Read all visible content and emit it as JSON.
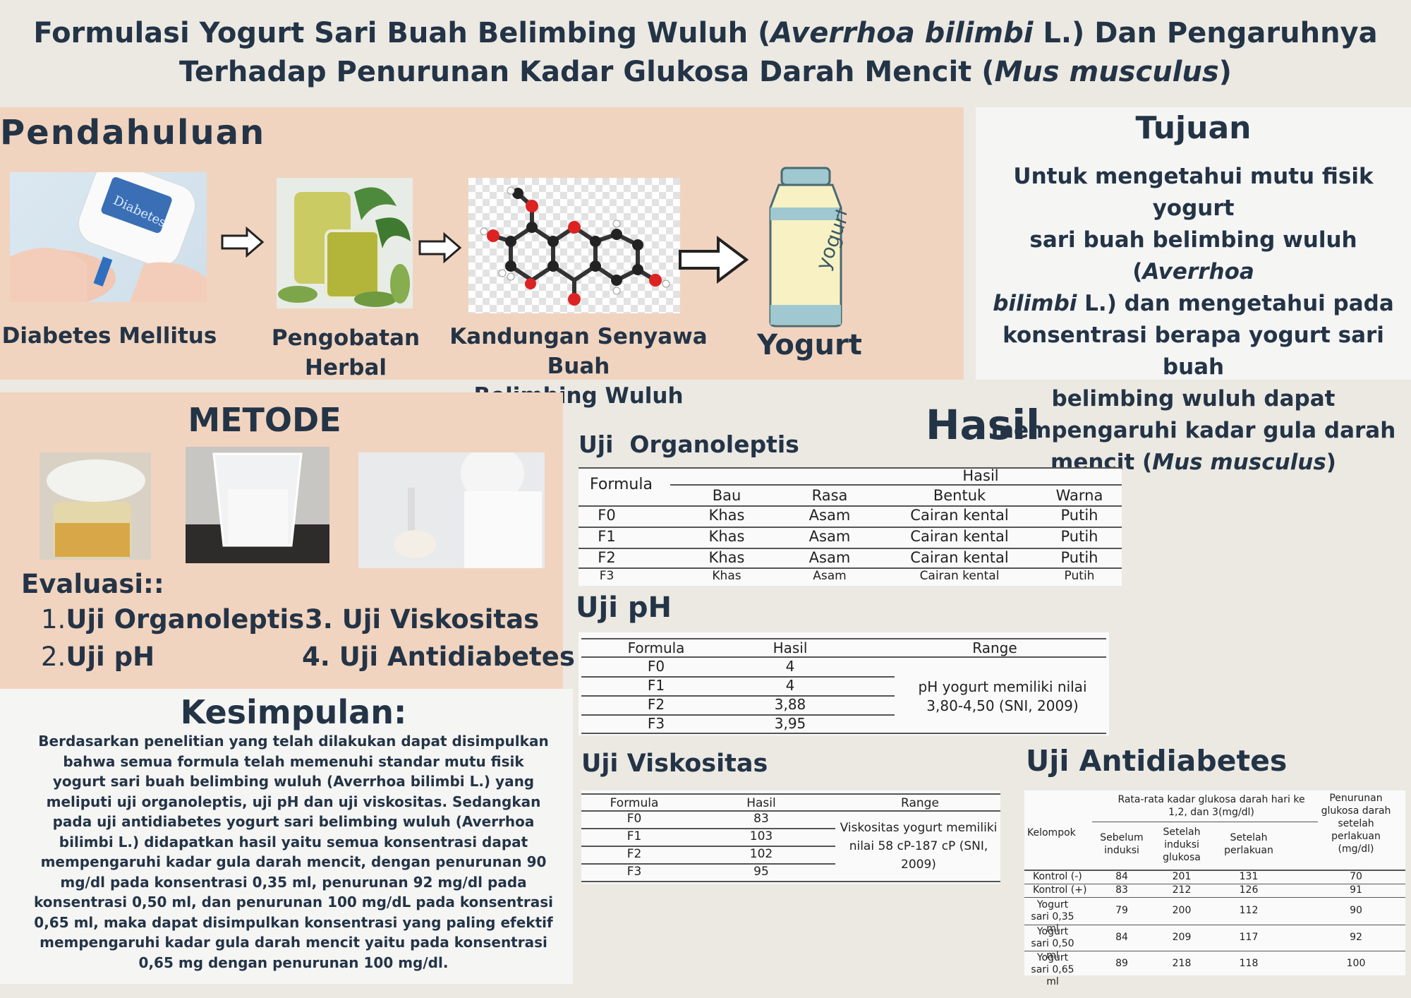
{
  "title": {
    "line1_a": "Formulasi Yogurt Sari Buah Belimbing Wuluh (",
    "line1_i": "Averrhoa bilimbi",
    "line1_b": " L.) Dan Pengaruhnya",
    "line2_a": "Terhadap Penurunan Kadar Glukosa Darah Mencit (",
    "line2_i": "Mus musculus",
    "line2_b": ")"
  },
  "pendahuluan": {
    "heading": "Pendahuluan",
    "cap1": "Diabetes Mellitus",
    "cap2_l1": "Pengobatan",
    "cap2_l2": "Herbal",
    "cap3_l1": "Kandungan Senyawa Buah",
    "cap3_l2": "Belimbing Wuluh",
    "cap4": "Yogurt",
    "meter_label": "Diabetes",
    "bottle_label": "yogurt"
  },
  "tujuan": {
    "heading": "Tujuan",
    "t1": "Untuk mengetahui mutu fisik yogurt",
    "t2a": "sari buah belimbing wuluh (",
    "t2i": "Averrhoa",
    "t3i": "bilimbi",
    "t3b": " L.) dan mengetahui pada",
    "t4": "konsentrasi berapa yogurt sari buah",
    "t5": "belimbing wuluh dapat",
    "t6": "mempengaruhi kadar gula darah",
    "t7a": "mencit (",
    "t7i": "Mus musculus",
    "t7b": ")"
  },
  "metode": {
    "heading": "METODE",
    "evaluasi": "Evaluasi::",
    "items": [
      "Uji Organoleptis",
      "Uji pH",
      "Uji Viskositas",
      "Uji Antidiabetes"
    ],
    "n1": "1.",
    "n2": "2.",
    "n3": "3.",
    "n4": "4."
  },
  "kesimpulan": {
    "heading": "Kesimpulan:",
    "lines": [
      "Berdasarkan penelitian yang telah dilakukan dapat disimpulkan",
      "bahwa semua formula telah memenuhi standar mutu fisik",
      "yogurt sari buah belimbing wuluh (Averrhoa bilimbi L.) yang",
      "meliputi uji organoleptis, uji pH dan uji viskositas. Sedangkan",
      "pada uji antidiabetes yogurt sari belimbing wuluh (Averrhoa",
      "bilimbi L.) didapatkan hasil yaitu semua konsentrasi dapat",
      "mempengaruhi kadar gula darah mencit, dengan penurunan 90",
      "mg/dl pada konsentrasi 0,35 ml, penurunan 92 mg/dl pada",
      "konsentrasi 0,50 ml, dan penurunan 100 mg/dL pada konsentrasi",
      "0,65 ml, maka dapat disimpulkan konsentrasi yang paling efektif",
      "mempengaruhi kadar gula darah mencit yaitu pada konsentrasi",
      "0,65 mg dengan penurunan 100 mg/dl."
    ]
  },
  "hasil": {
    "heading": "Hasil",
    "organo": {
      "heading": "Uji  Organoleptis",
      "h_formula": "Formula",
      "h_hasil": "Hasil",
      "cols": [
        "Bau",
        "Rasa",
        "Bentuk",
        "Warna"
      ],
      "rows": [
        [
          "F0",
          "Khas",
          "Asam",
          "Cairan kental",
          "Putih"
        ],
        [
          "F1",
          "Khas",
          "Asam",
          "Cairan kental",
          "Putih"
        ],
        [
          "F2",
          "Khas",
          "Asam",
          "Cairan kental",
          "Putih"
        ],
        [
          "F3",
          "Khas",
          "Asam",
          "Cairan kental",
          "Putih"
        ]
      ]
    },
    "ph": {
      "heading": "Uji pH",
      "h": [
        "Formula",
        "Hasil",
        "Range"
      ],
      "rows": [
        [
          "F0",
          "4"
        ],
        [
          "F1",
          "4"
        ],
        [
          "F2",
          "3,88"
        ],
        [
          "F3",
          "3,95"
        ]
      ],
      "range": "pH yogurt memiliki nilai 3,80-4,50 (SNI, 2009)"
    },
    "visko": {
      "heading": "Uji Viskositas",
      "h": [
        "Formula",
        "Hasil",
        "Range"
      ],
      "rows": [
        [
          "F0",
          "83"
        ],
        [
          "F1",
          "103"
        ],
        [
          "F2",
          "102"
        ],
        [
          "F3",
          "95"
        ]
      ],
      "range": "Viskositas  yogurt memiliki nilai 58 cP-187 cP (SNI, 2009)"
    },
    "antidiabetes": {
      "heading": "Uji Antidiabetes",
      "h_kelompok": "Kelompok",
      "h_rata": "Rata-rata kadar glukosa darah hari ke 1,2, dan 3(mg/dl)",
      "h_sebelum": "Sebelum induksi",
      "h_setelah_induksi": "Setelah induksi glukosa",
      "h_setelah_perlakuan": "Setelah perlakuan",
      "h_penurunan": "Penurunan glukosa darah setelah perlakuan (mg/dl)",
      "rows": [
        [
          "Kontrol (-)",
          "84",
          "201",
          "131",
          "70"
        ],
        [
          "Kontrol (+)",
          "83",
          "212",
          "126",
          "91"
        ],
        [
          "Yogurt sari 0,35 ml",
          "79",
          "200",
          "112",
          "90"
        ],
        [
          "Yogurt sari 0,50 ml",
          "84",
          "209",
          "117",
          "92"
        ],
        [
          "Yogurt sari 0,65 ml",
          "89",
          "218",
          "118",
          "100"
        ]
      ]
    }
  }
}
